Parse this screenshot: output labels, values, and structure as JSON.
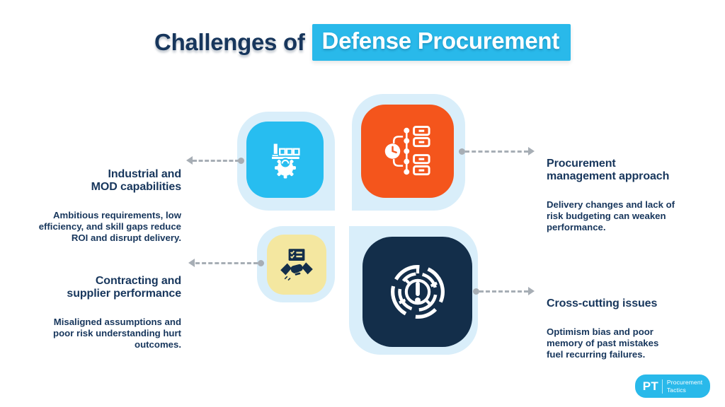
{
  "title": {
    "prefix": "Challenges of",
    "highlight": "Defense Procurement"
  },
  "cards": [
    {
      "id": "industrial-mod-capabilities",
      "title": "Industrial and\nMOD capabilities",
      "body": "Ambitious requirements, low\nefficiency, and skill gaps reduce\nROI and disrupt delivery.",
      "icon": "factory-gear-icon",
      "tile_color": "#27bdf0"
    },
    {
      "id": "procurement-management-approach",
      "title": "Procurement\nmanagement approach",
      "body": "Delivery changes and lack of\nrisk budgeting can weaken\nperformance.",
      "icon": "timeline-clock-icon",
      "tile_color": "#f4551c"
    },
    {
      "id": "contracting-supplier-performance",
      "title": "Contracting and\nsupplier performance",
      "body": "Misaligned assumptions and\npoor risk understanding hurt\noutcomes.",
      "icon": "handshake-contract-icon",
      "tile_color": "#f4e7a0"
    },
    {
      "id": "cross-cutting-issues",
      "title": "Cross-cutting issues",
      "body": "Optimism bias and poor\nmemory of past mistakes\nfuel recurring failures.",
      "icon": "maze-alert-icon",
      "tile_color": "#132e4a"
    }
  ],
  "logo": {
    "initials": "PT",
    "name": "Procurement\nTactics"
  },
  "colors": {
    "accent": "#29b9ea",
    "pale": "#d9eefa",
    "tileBlue": "#27bdf0",
    "tileOrange": "#f4551c",
    "tileYellow": "#f4e7a0",
    "tileNavy": "#132e4a",
    "textNavy": "#17365c",
    "connector": "#a7aeb5"
  }
}
